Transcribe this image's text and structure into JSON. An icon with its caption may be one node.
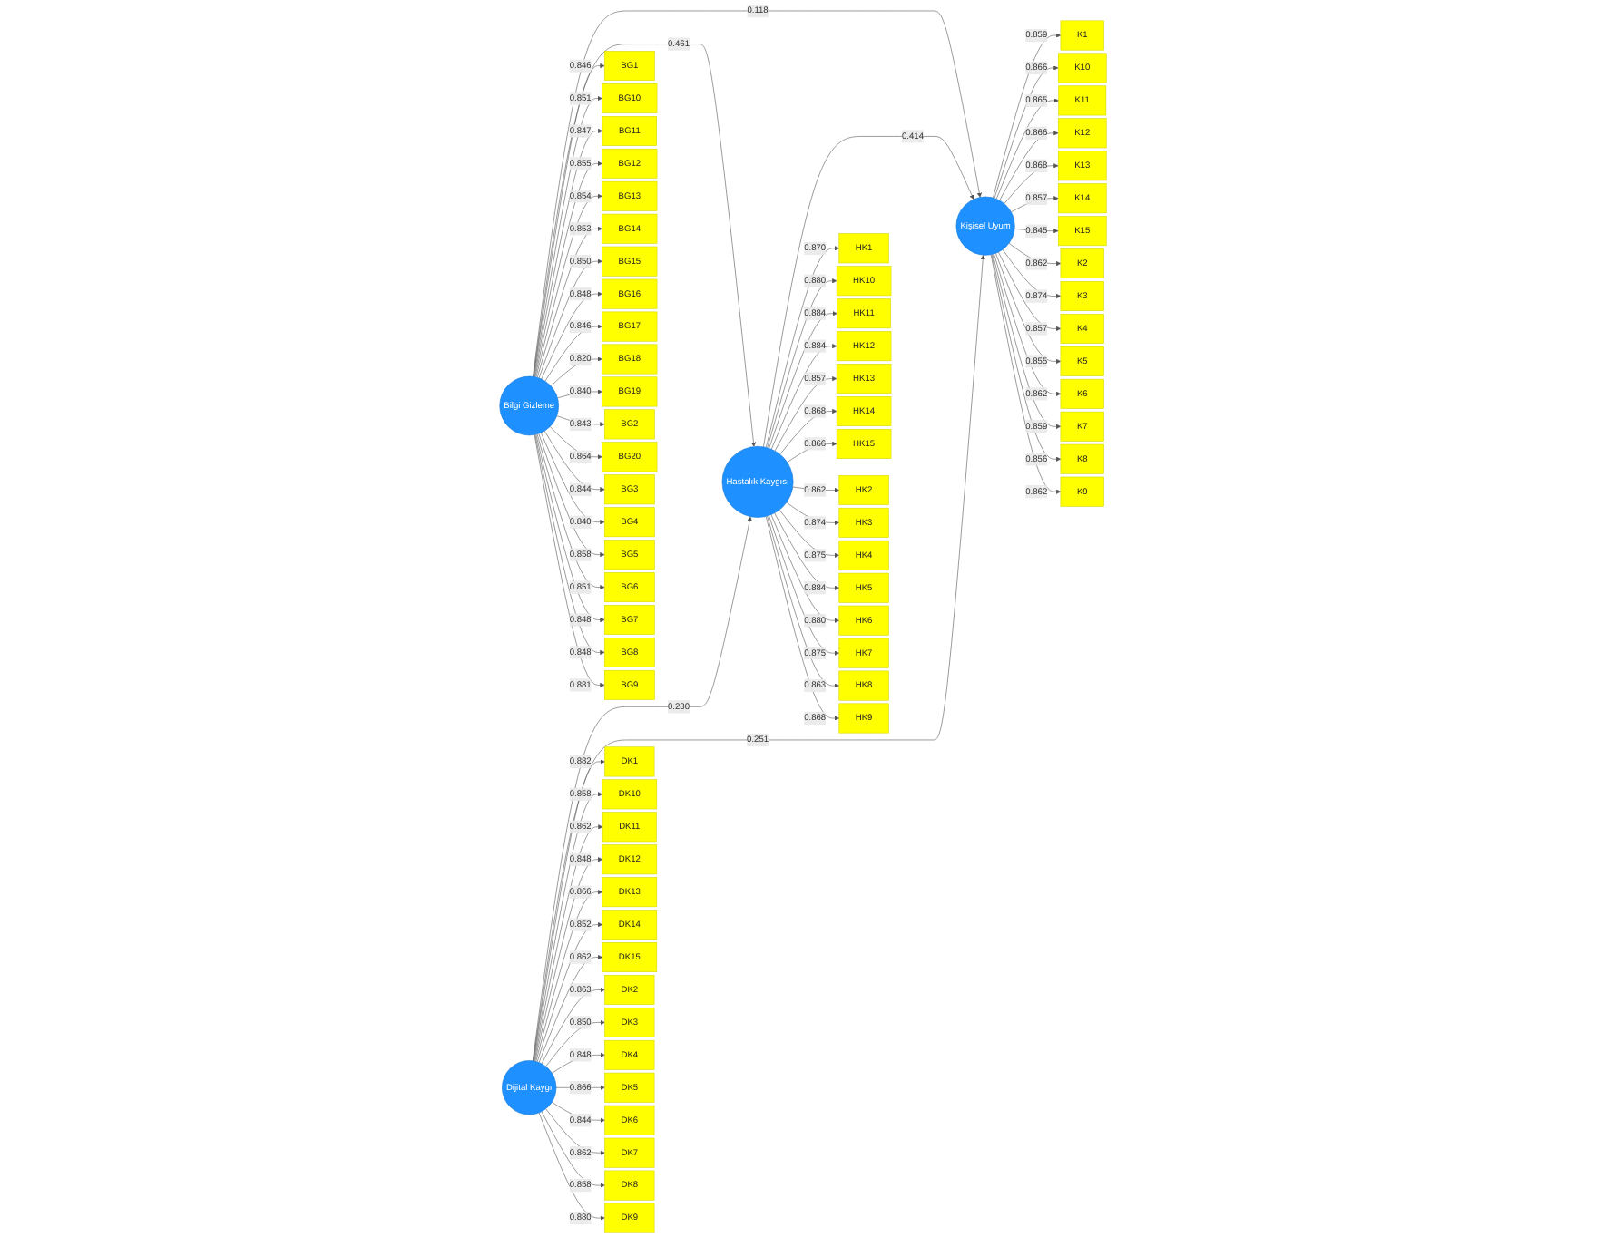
{
  "diagram": {
    "nodes": [
      {
        "text": [
          "BG1"
        ]
      },
      {
        "text": [
          "BG10"
        ]
      },
      {
        "text": [
          "BG11"
        ]
      },
      {
        "text": [
          "BG12"
        ]
      },
      {
        "text": [
          "BG13"
        ]
      },
      {
        "text": [
          "BG14"
        ]
      },
      {
        "text": [
          "BG15"
        ]
      },
      {
        "text": [
          "BG16"
        ]
      },
      {
        "text": [
          "BG17"
        ]
      },
      {
        "text": [
          "BG18"
        ]
      },
      {
        "text": [
          "BG19"
        ]
      },
      {
        "text": [
          "BG2"
        ]
      },
      {
        "text": [
          "BG20"
        ]
      },
      {
        "text": [
          "BG3"
        ]
      },
      {
        "text": [
          "BG4"
        ]
      },
      {
        "text": [
          "BG5"
        ]
      },
      {
        "text": [
          "BG6"
        ]
      },
      {
        "text": [
          "BG7"
        ]
      },
      {
        "text": [
          "BG8"
        ]
      },
      {
        "text": [
          "BG9"
        ]
      },
      {
        "text": [
          "Bilgi Gizleme"
        ]
      },
      {
        "text": [
          "DK1"
        ]
      },
      {
        "text": [
          "DK10"
        ]
      },
      {
        "text": [
          "DK11"
        ]
      },
      {
        "text": [
          "DK12"
        ]
      },
      {
        "text": [
          "DK13"
        ]
      },
      {
        "text": [
          "DK14"
        ]
      },
      {
        "text": [
          "DK15"
        ]
      },
      {
        "text": [
          "DK2"
        ]
      },
      {
        "text": [
          "DK3"
        ]
      },
      {
        "text": [
          "DK4"
        ]
      },
      {
        "text": [
          "DK5"
        ]
      },
      {
        "text": [
          "DK6"
        ]
      },
      {
        "text": [
          "DK7"
        ]
      },
      {
        "text": [
          "DK8"
        ]
      },
      {
        "text": [
          "DK9"
        ]
      },
      {
        "text": [
          "Dijital Kaygı"
        ]
      },
      {
        "text": [
          "Hastalık Kaygısı"
        ]
      },
      {
        "text": [
          "HK1"
        ]
      },
      {
        "text": [
          "HK10"
        ]
      },
      {
        "text": [
          "HK11"
        ]
      },
      {
        "text": [
          "HK12"
        ]
      },
      {
        "text": [
          "HK13"
        ]
      },
      {
        "text": [
          "HK14"
        ]
      },
      {
        "text": [
          "HK15"
        ]
      },
      {
        "text": [
          "HK2"
        ]
      },
      {
        "text": [
          "HK3"
        ]
      },
      {
        "text": [
          "HK4"
        ]
      },
      {
        "text": [
          "HK5"
        ]
      },
      {
        "text": [
          "HK6"
        ]
      },
      {
        "text": [
          "HK7"
        ]
      },
      {
        "text": [
          "HK8"
        ]
      },
      {
        "text": [
          "HK9"
        ]
      },
      {
        "text": [
          "Kişisel Uyum"
        ]
      },
      {
        "text": [
          "K1"
        ]
      },
      {
        "text": [
          "K10"
        ]
      },
      {
        "text": [
          "K11"
        ]
      },
      {
        "text": [
          "K12"
        ]
      },
      {
        "text": [
          "K13"
        ]
      },
      {
        "text": [
          "K14"
        ]
      },
      {
        "text": [
          "K15"
        ]
      },
      {
        "text": [
          "K2"
        ]
      },
      {
        "text": [
          "K3"
        ]
      },
      {
        "text": [
          "K4"
        ]
      },
      {
        "text": [
          "K5"
        ]
      },
      {
        "text": [
          "K6"
        ]
      },
      {
        "text": [
          "K7"
        ]
      },
      {
        "text": [
          "K8"
        ]
      },
      {
        "text": [
          "K9"
        ]
      }
    ],
    "edges": [
      {
        "from": 20,
        "to": 53,
        "arrow": "to",
        "label": "0.118"
      },
      {
        "from": 20,
        "to": 37,
        "arrow": "to",
        "label": "0.461"
      },
      {
        "from": 36,
        "to": 37,
        "arrow": "to",
        "label": "0.230"
      },
      {
        "from": 37,
        "to": 53,
        "arrow": "to",
        "label": "0.414"
      },
      {
        "from": 36,
        "to": 53,
        "arrow": "to",
        "label": "0.251"
      },
      {
        "from": 20,
        "to": 0,
        "arrow": "to",
        "label": "0.846"
      },
      {
        "from": 20,
        "to": 1,
        "arrow": "to",
        "label": "0.851"
      },
      {
        "from": 20,
        "to": 2,
        "arrow": "to",
        "label": "0.847"
      },
      {
        "from": 20,
        "to": 3,
        "arrow": "to",
        "label": "0.855"
      },
      {
        "from": 20,
        "to": 4,
        "arrow": "to",
        "label": "0.854"
      },
      {
        "from": 20,
        "to": 5,
        "arrow": "to",
        "label": "0.853"
      },
      {
        "from": 20,
        "to": 6,
        "arrow": "to",
        "label": "0.850"
      },
      {
        "from": 20,
        "to": 7,
        "arrow": "to",
        "label": "0.848"
      },
      {
        "from": 20,
        "to": 8,
        "arrow": "to",
        "label": "0.846"
      },
      {
        "from": 20,
        "to": 9,
        "arrow": "to",
        "label": "0.820"
      },
      {
        "from": 20,
        "to": 10,
        "arrow": "to",
        "label": "0.840"
      },
      {
        "from": 20,
        "to": 11,
        "arrow": "to",
        "label": "0.843"
      },
      {
        "from": 20,
        "to": 12,
        "arrow": "to",
        "label": "0.864"
      },
      {
        "from": 20,
        "to": 13,
        "arrow": "to",
        "label": "0.844"
      },
      {
        "from": 20,
        "to": 14,
        "arrow": "to",
        "label": "0.840"
      },
      {
        "from": 20,
        "to": 15,
        "arrow": "to",
        "label": "0.858"
      },
      {
        "from": 20,
        "to": 16,
        "arrow": "to",
        "label": "0.851"
      },
      {
        "from": 20,
        "to": 17,
        "arrow": "to",
        "label": "0.848"
      },
      {
        "from": 20,
        "to": 18,
        "arrow": "to",
        "label": "0.848"
      },
      {
        "from": 20,
        "to": 19,
        "arrow": "to",
        "label": "0.881"
      },
      {
        "from": 36,
        "to": 21,
        "arrow": "to",
        "label": "0.882"
      },
      {
        "from": 36,
        "to": 22,
        "arrow": "to",
        "label": "0.858"
      },
      {
        "from": 36,
        "to": 23,
        "arrow": "to",
        "label": "0.862"
      },
      {
        "from": 36,
        "to": 24,
        "arrow": "to",
        "label": "0.848"
      },
      {
        "from": 36,
        "to": 25,
        "arrow": "to",
        "label": "0.866"
      },
      {
        "from": 36,
        "to": 26,
        "arrow": "to",
        "label": "0.852"
      },
      {
        "from": 36,
        "to": 27,
        "arrow": "to",
        "label": "0.862"
      },
      {
        "from": 36,
        "to": 28,
        "arrow": "to",
        "label": "0.863"
      },
      {
        "from": 36,
        "to": 29,
        "arrow": "to",
        "label": "0.850"
      },
      {
        "from": 36,
        "to": 30,
        "arrow": "to",
        "label": "0.848"
      },
      {
        "from": 36,
        "to": 31,
        "arrow": "to",
        "label": "0.866"
      },
      {
        "from": 36,
        "to": 32,
        "arrow": "to",
        "label": "0.844"
      },
      {
        "from": 36,
        "to": 33,
        "arrow": "to",
        "label": "0.862"
      },
      {
        "from": 36,
        "to": 34,
        "arrow": "to",
        "label": "0.858"
      },
      {
        "from": 36,
        "to": 35,
        "arrow": "to",
        "label": "0.880"
      },
      {
        "from": 37,
        "to": 38,
        "arrow": "to",
        "label": "0.870"
      },
      {
        "from": 37,
        "to": 39,
        "arrow": "to",
        "label": "0.880"
      },
      {
        "from": 37,
        "to": 40,
        "arrow": "to",
        "label": "0.884"
      },
      {
        "from": 37,
        "to": 41,
        "arrow": "to",
        "label": "0.884"
      },
      {
        "from": 37,
        "to": 42,
        "arrow": "to",
        "label": "0.857"
      },
      {
        "from": 37,
        "to": 43,
        "arrow": "to",
        "label": "0.868"
      },
      {
        "from": 37,
        "to": 44,
        "arrow": "to",
        "label": "0.866"
      },
      {
        "from": 37,
        "to": 45,
        "arrow": "to",
        "label": "0.862"
      },
      {
        "from": 37,
        "to": 46,
        "arrow": "to",
        "label": "0.874"
      },
      {
        "from": 37,
        "to": 47,
        "arrow": "to",
        "label": "0.875"
      },
      {
        "from": 37,
        "to": 48,
        "arrow": "to",
        "label": "0.884"
      },
      {
        "from": 37,
        "to": 49,
        "arrow": "to",
        "label": "0.880"
      },
      {
        "from": 37,
        "to": 50,
        "arrow": "to",
        "label": "0.875"
      },
      {
        "from": 37,
        "to": 51,
        "arrow": "to",
        "label": "0.863"
      },
      {
        "from": 37,
        "to": 52,
        "arrow": "to",
        "label": "0.868"
      },
      {
        "from": 53,
        "to": 54,
        "arrow": "to",
        "label": "0.859"
      },
      {
        "from": 53,
        "to": 55,
        "arrow": "to",
        "label": "0.866"
      },
      {
        "from": 53,
        "to": 56,
        "arrow": "to",
        "label": "0.865"
      },
      {
        "from": 53,
        "to": 57,
        "arrow": "to",
        "label": "0.866"
      },
      {
        "from": 53,
        "to": 58,
        "arrow": "to",
        "label": "0.868"
      },
      {
        "from": 53,
        "to": 59,
        "arrow": "to",
        "label": "0.857"
      },
      {
        "from": 53,
        "to": 60,
        "arrow": "to",
        "label": "0.845"
      },
      {
        "from": 53,
        "to": 61,
        "arrow": "to",
        "label": "0.862"
      },
      {
        "from": 53,
        "to": 62,
        "arrow": "to",
        "label": "0.874"
      },
      {
        "from": 53,
        "to": 63,
        "arrow": "to",
        "label": "0.857"
      },
      {
        "from": 53,
        "to": 64,
        "arrow": "to",
        "label": "0.855"
      },
      {
        "from": 53,
        "to": 65,
        "arrow": "to",
        "label": "0.862"
      },
      {
        "from": 53,
        "to": 66,
        "arrow": "to",
        "label": "0.859"
      },
      {
        "from": 53,
        "to": 67,
        "arrow": "to",
        "label": "0.856"
      },
      {
        "from": 53,
        "to": 68,
        "arrow": "to",
        "label": "0.862"
      }
    ]
  }
}
